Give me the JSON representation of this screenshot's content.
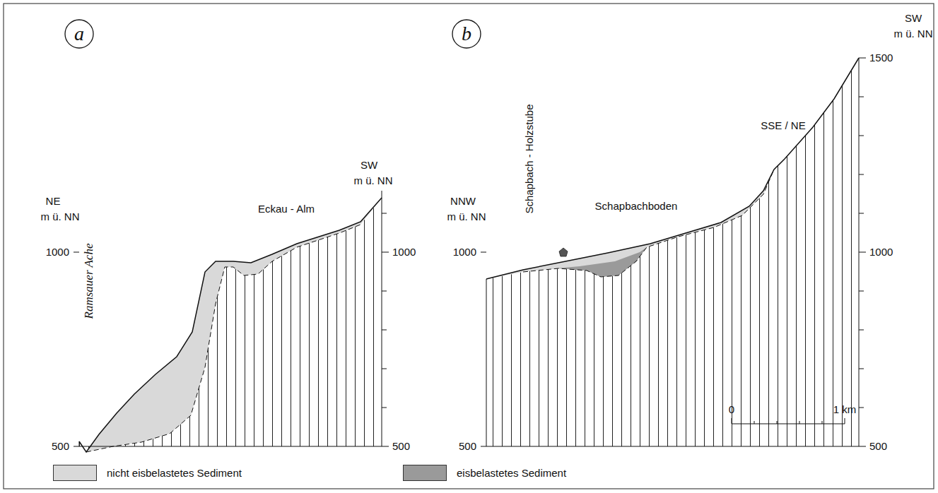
{
  "diagram": {
    "nodes": [
      {
        "text": [
          "a"
        ]
      },
      {
        "text": [
          "b"
        ]
      }
    ],
    "labels": [
      "NE",
      "m ü. NN",
      "1000",
      "500",
      "Ramsauer Ache",
      "Eckau - Alm",
      "SW",
      "m ü. NN",
      "1000",
      "500",
      "NNW",
      "m ü. NN",
      "1000",
      "500",
      "Schapbach - Holzstube",
      "Schapbachboden",
      "SSE / NE",
      "SW",
      "m ü. NN",
      "1500",
      "1000",
      "500",
      "0",
      "1 km"
    ],
    "legend": [
      {
        "text": "nicht eisbelastetes Sediment",
        "color": "#d9d9d9"
      },
      {
        "text": "eisbelastetes Sediment",
        "color": "#9a9a9a"
      }
    ]
  }
}
